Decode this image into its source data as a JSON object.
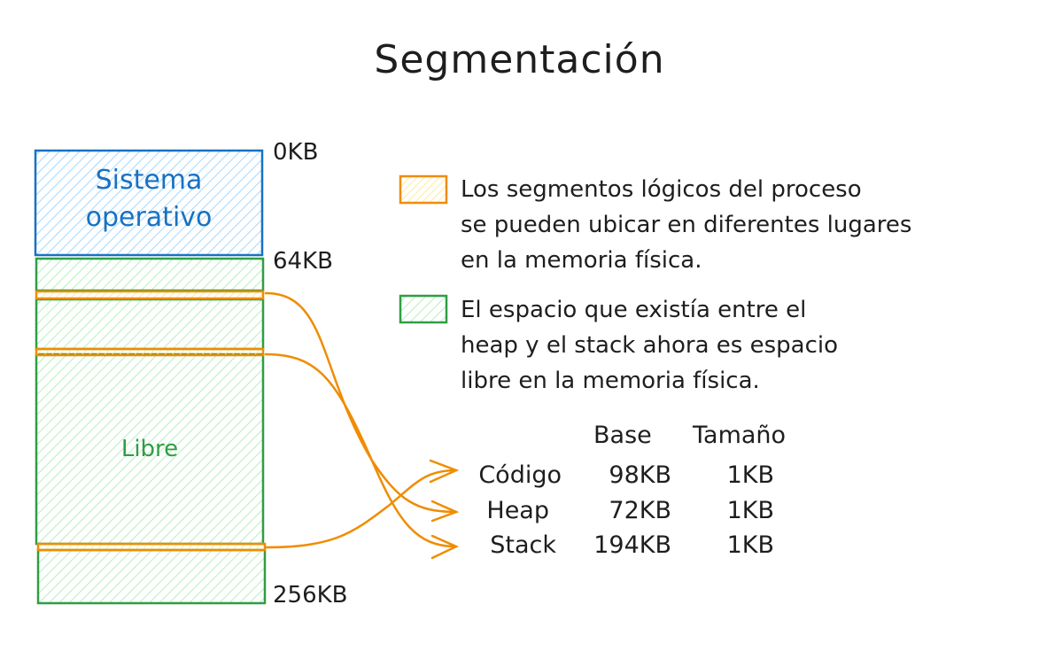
{
  "title": "Segmentación",
  "memory": {
    "os_label_line1": "Sistema",
    "os_label_line2": "operativo",
    "free_label": "Libre",
    "addr_0": "0KB",
    "addr_64": "64KB",
    "addr_256": "256KB"
  },
  "legend": [
    {
      "color": "#f08c00",
      "fill": "#ffec99",
      "lines": [
        "Los segmentos lógicos del proceso",
        "se pueden ubicar en diferentes lugares",
        "en la memoria física."
      ]
    },
    {
      "color": "#2f9e44",
      "fill": "#b2f2bb",
      "lines": [
        "El espacio que existía entre el",
        "heap y el stack ahora es espacio",
        "libre en la memoria física."
      ]
    }
  ],
  "table": {
    "headers": [
      "Base",
      "Tamaño"
    ],
    "rows": [
      {
        "name": "Código",
        "base": "98KB",
        "size": "1KB"
      },
      {
        "name": "Heap",
        "base": "72KB",
        "size": "1KB"
      },
      {
        "name": "Stack",
        "base": "194KB",
        "size": "1KB"
      }
    ]
  },
  "colors": {
    "os_stroke": "#1971c2",
    "os_fill": "#a5d8ff",
    "free_stroke": "#2f9e44",
    "free_fill": "#b2f2bb",
    "segment_stroke": "#f08c00",
    "segment_fill": "#ffec99",
    "text": "#1e1e1e"
  }
}
